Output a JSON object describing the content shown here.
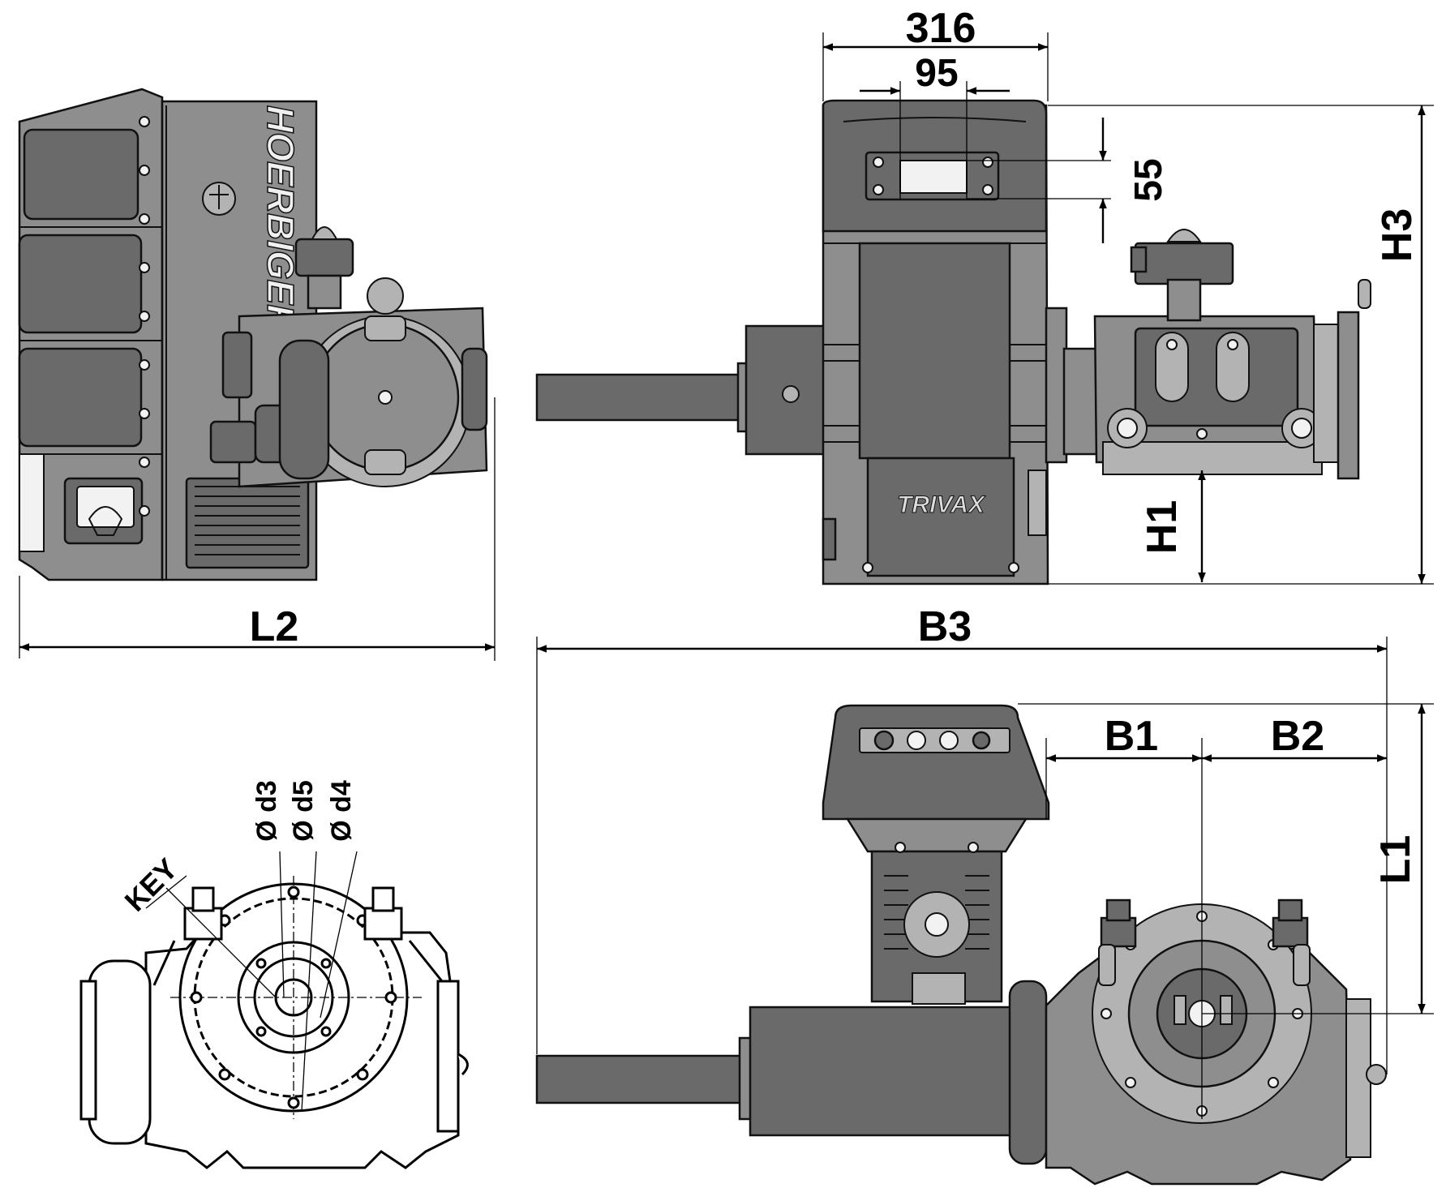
{
  "dimensions": {
    "width_316": "316",
    "width_95": "95",
    "height_55": "55",
    "h3": "H3",
    "h1": "H1",
    "l2": "L2",
    "b3": "B3",
    "b1": "B1",
    "b2": "B2",
    "l1": "L1"
  },
  "annotations": {
    "key": "KEY",
    "d3": "Ø d3",
    "d5": "Ø d5",
    "d4": "Ø d4"
  },
  "branding": {
    "brand_logo": "HOERBIGER",
    "product_logo": "TRIVAX"
  },
  "colors": {
    "body": "#8e8e8e",
    "dark": "#6a6a6a",
    "line": "#000000",
    "background": "#ffffff"
  }
}
